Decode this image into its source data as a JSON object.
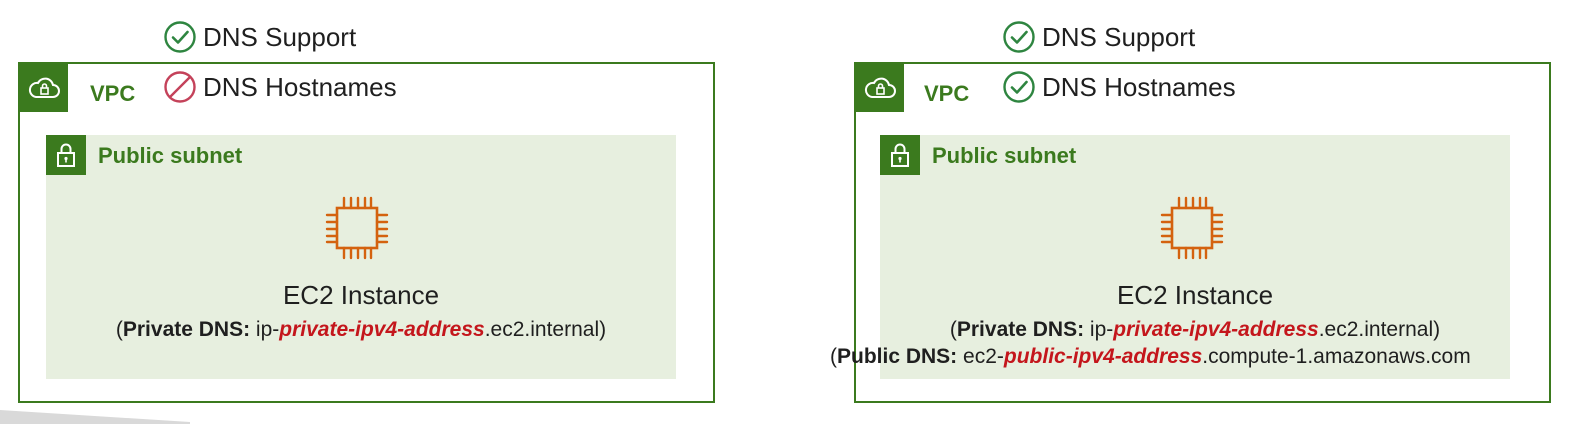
{
  "colors": {
    "aws_green": "#3b7a1e",
    "subnet_fill": "#e7efdf",
    "check_green": "#2e8540",
    "prohibit_red": "#c4425a",
    "ec2_orange": "#d4620f",
    "variable_red": "#c4161c"
  },
  "left": {
    "dns_support": {
      "icon": "check-circle-icon",
      "label": "DNS Support"
    },
    "dns_hostnames": {
      "icon": "prohibited-icon",
      "label": "DNS Hostnames"
    },
    "vpc": {
      "icon": "vpc-cloud-lock-icon",
      "label": "VPC"
    },
    "subnet": {
      "icon": "padlock-icon",
      "label": "Public subnet"
    },
    "instance": {
      "icon": "ec2-chip-icon",
      "title": "EC2 Instance"
    },
    "private_dns": {
      "open": "(",
      "bold": "Private DNS:",
      "pre": " ip-",
      "var": "private-ipv4-address",
      "post": ".ec2.internal)"
    }
  },
  "right": {
    "dns_support": {
      "icon": "check-circle-icon",
      "label": "DNS Support"
    },
    "dns_hostnames": {
      "icon": "check-circle-icon",
      "label": "DNS Hostnames"
    },
    "vpc": {
      "icon": "vpc-cloud-lock-icon",
      "label": "VPC"
    },
    "subnet": {
      "icon": "padlock-icon",
      "label": "Public subnet"
    },
    "instance": {
      "icon": "ec2-chip-icon",
      "title": "EC2 Instance"
    },
    "private_dns": {
      "open": "(",
      "bold": "Private DNS:",
      "pre": " ip-",
      "var": "private-ipv4-address",
      "post": ".ec2.internal)"
    },
    "public_dns": {
      "open": "(",
      "bold": "Public DNS:",
      "pre": " ec2-",
      "var": "public-ipv4-address",
      "post": ".compute-1.amazonaws.com"
    }
  }
}
